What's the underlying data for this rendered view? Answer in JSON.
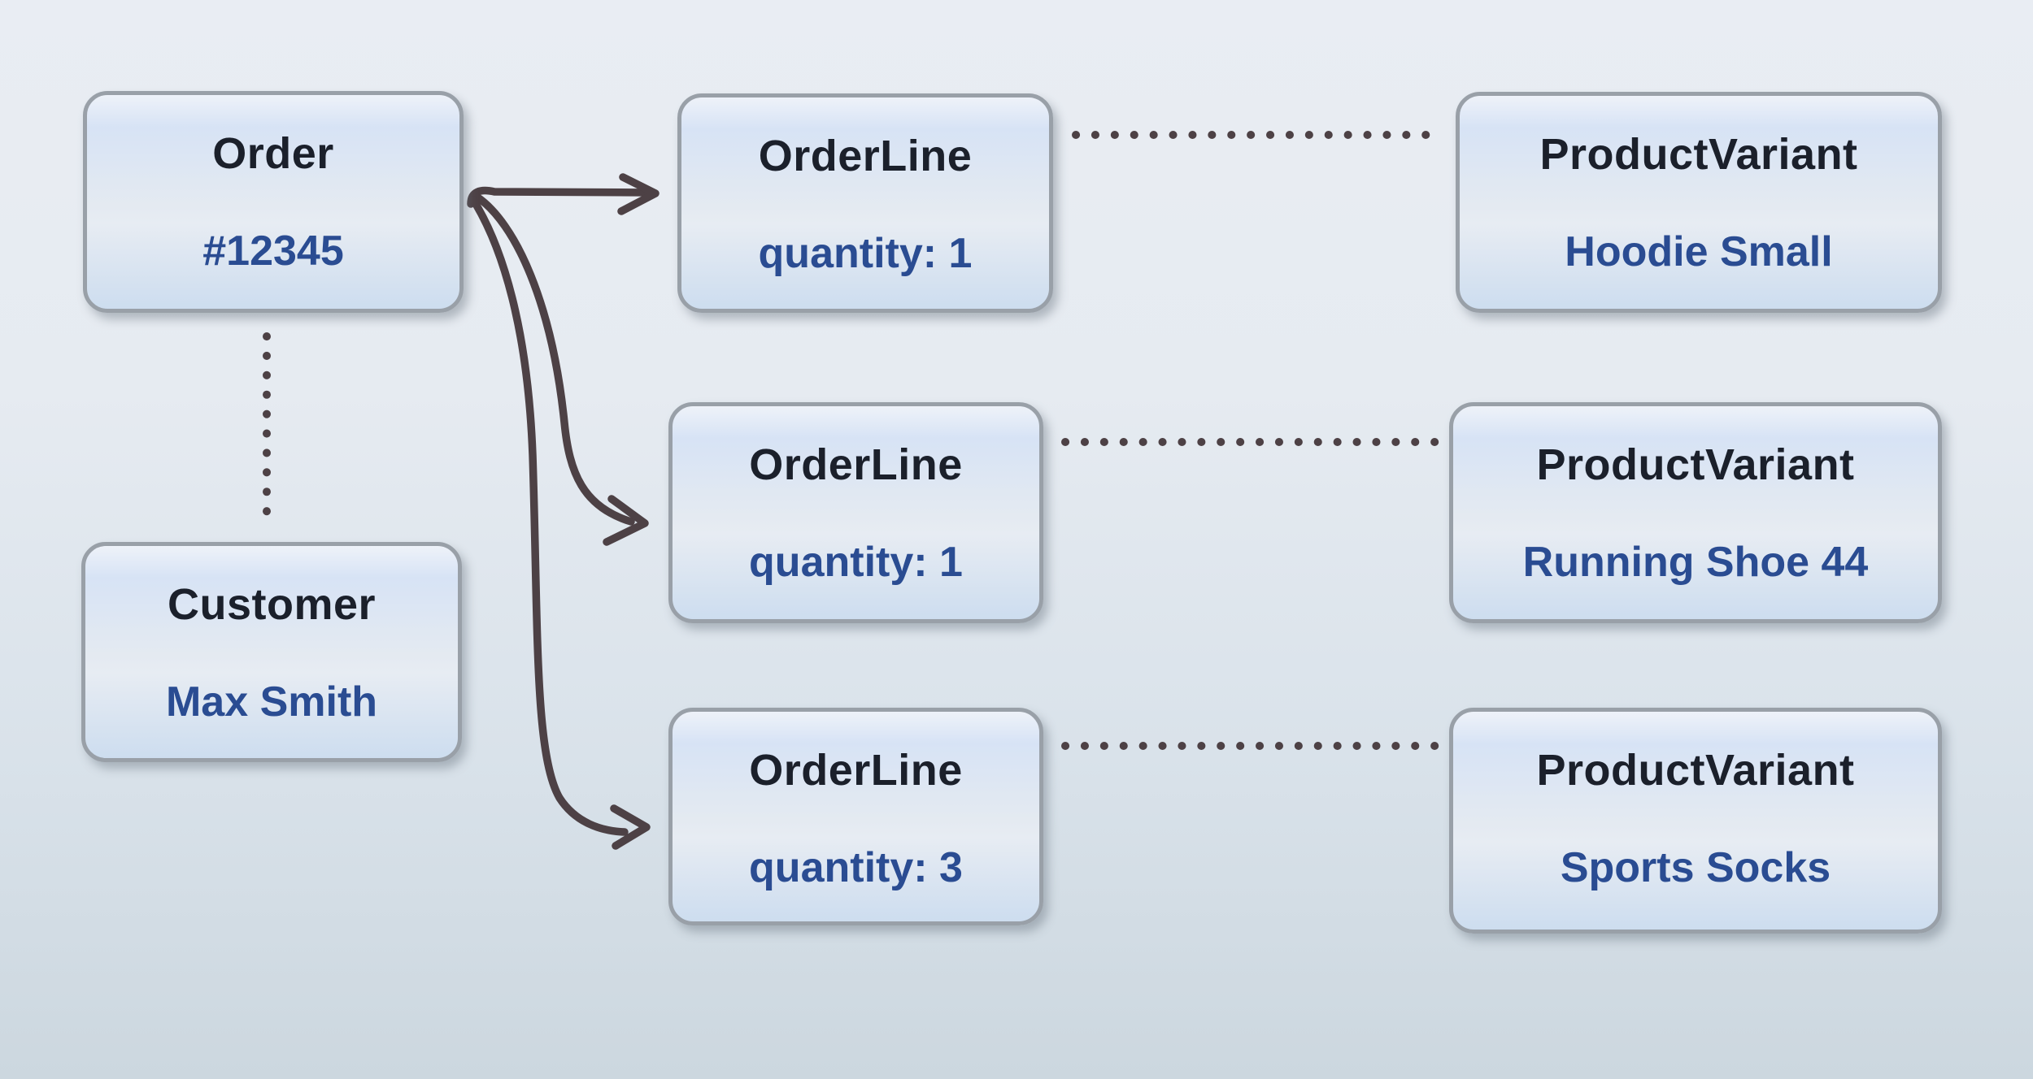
{
  "order": {
    "title": "Order",
    "value": "#12345"
  },
  "customer": {
    "title": "Customer",
    "value": "Max Smith"
  },
  "order_lines": [
    {
      "title": "OrderLine",
      "value": "quantity: 1"
    },
    {
      "title": "OrderLine",
      "value": "quantity: 1"
    },
    {
      "title": "OrderLine",
      "value": "quantity: 3"
    }
  ],
  "product_variants": [
    {
      "title": "ProductVariant",
      "value": "Hoodie Small"
    },
    {
      "title": "ProductVariant",
      "value": "Running Shoe 44"
    },
    {
      "title": "ProductVariant",
      "value": "Sports Socks"
    }
  ],
  "connections": [
    {
      "from": "Order #12345",
      "to": "OrderLine quantity: 1 (row 1)",
      "style": "solid-arrow"
    },
    {
      "from": "Order #12345",
      "to": "OrderLine quantity: 1 (row 2)",
      "style": "solid-arrow"
    },
    {
      "from": "Order #12345",
      "to": "OrderLine quantity: 3 (row 3)",
      "style": "solid-arrow"
    },
    {
      "from": "Order #12345",
      "to": "Customer Max Smith",
      "style": "dotted"
    },
    {
      "from": "OrderLine quantity: 1 (row 1)",
      "to": "ProductVariant Hoodie Small",
      "style": "dotted"
    },
    {
      "from": "OrderLine quantity: 1 (row 2)",
      "to": "ProductVariant Running Shoe 44",
      "style": "dotted"
    },
    {
      "from": "OrderLine quantity: 3 (row 3)",
      "to": "ProductVariant Sports Socks",
      "style": "dotted"
    }
  ],
  "colors": {
    "entity_title_text": "#1b202b",
    "entity_value_text": "#2a4c92",
    "box_border": "#99a0a8",
    "box_fill_top": "#d7e3f5",
    "box_fill_bottom": "#cdddef",
    "connector": "#4d4145",
    "background_top": "#e9edf3",
    "background_bottom": "#ccd7df"
  }
}
